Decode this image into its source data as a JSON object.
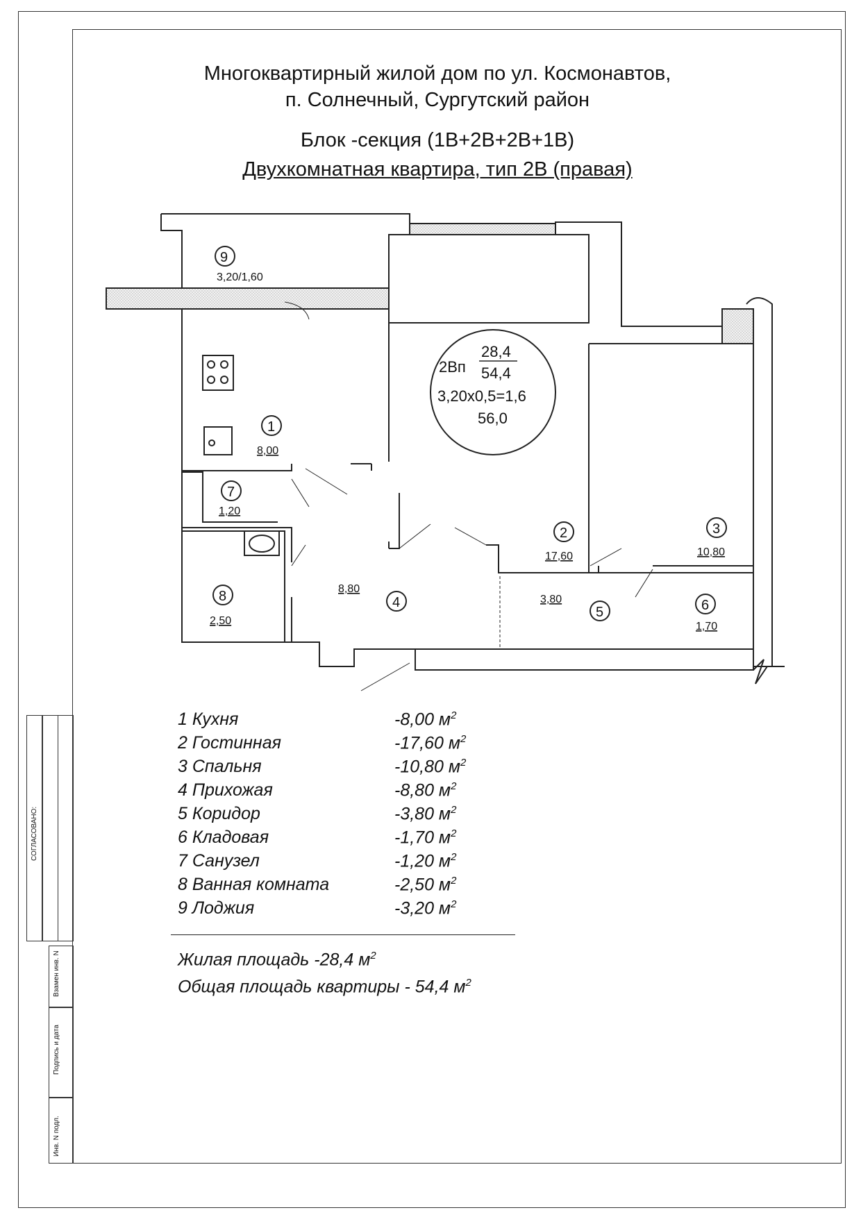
{
  "title": {
    "line1": "Многоквартирный жилой дом по ул. Космонавтов,",
    "line2": "п. Солнечный, Сургутский район",
    "line3": "Блок -секция (1В+2В+2В+1В)",
    "line4": "Двухкомнатная квартира, тип 2В (правая)"
  },
  "summary": {
    "type": "2Вп",
    "living": "28,4",
    "total": "54,4",
    "loggia_calc": "3,20х0,5=1,6",
    "grand_total": "56,0"
  },
  "rooms": [
    {
      "num": "1",
      "area": "8,00"
    },
    {
      "num": "2",
      "area": "17,60"
    },
    {
      "num": "3",
      "area": "10,80"
    },
    {
      "num": "4",
      "area": "8,80"
    },
    {
      "num": "5",
      "area": "3,80"
    },
    {
      "num": "6",
      "area": "1,70"
    },
    {
      "num": "7",
      "area": "1,20"
    },
    {
      "num": "8",
      "area": "2,50"
    },
    {
      "num": "9",
      "area": "3,20/1,60"
    }
  ],
  "legend": [
    {
      "name": "1 Кухня",
      "area": "-8,00 м",
      "sup": "2"
    },
    {
      "name": "2 Гостинная",
      "area": "-17,60 м",
      "sup": "2"
    },
    {
      "name": "3 Спальня",
      "area": "-10,80 м",
      "sup": "2"
    },
    {
      "name": "4 Прихожая",
      "area": "-8,80 м",
      "sup": "2"
    },
    {
      "name": "5 Коридор",
      "area": "-3,80 м",
      "sup": "2"
    },
    {
      "name": "6 Кладовая",
      "area": "-1,70 м",
      "sup": "2"
    },
    {
      "name": "7 Санузел",
      "area": "-1,20 м",
      "sup": "2"
    },
    {
      "name": "8 Ванная комната",
      "area": "-2,50 м",
      "sup": "2"
    },
    {
      "name": "9 Лоджия",
      "area": "-3,20 м",
      "sup": "2"
    }
  ],
  "totals": {
    "living": "Жилая площадь -28,4 м",
    "living_sup": "2",
    "total": "Общая площадь квартиры - 54,4 м",
    "total_sup": "2"
  },
  "stamp": {
    "agreed": "СОГЛАСОВАНО:",
    "replace": "Взамен инв. N",
    "sign": "Подпись и дата",
    "inv": "Инв. N подл."
  }
}
